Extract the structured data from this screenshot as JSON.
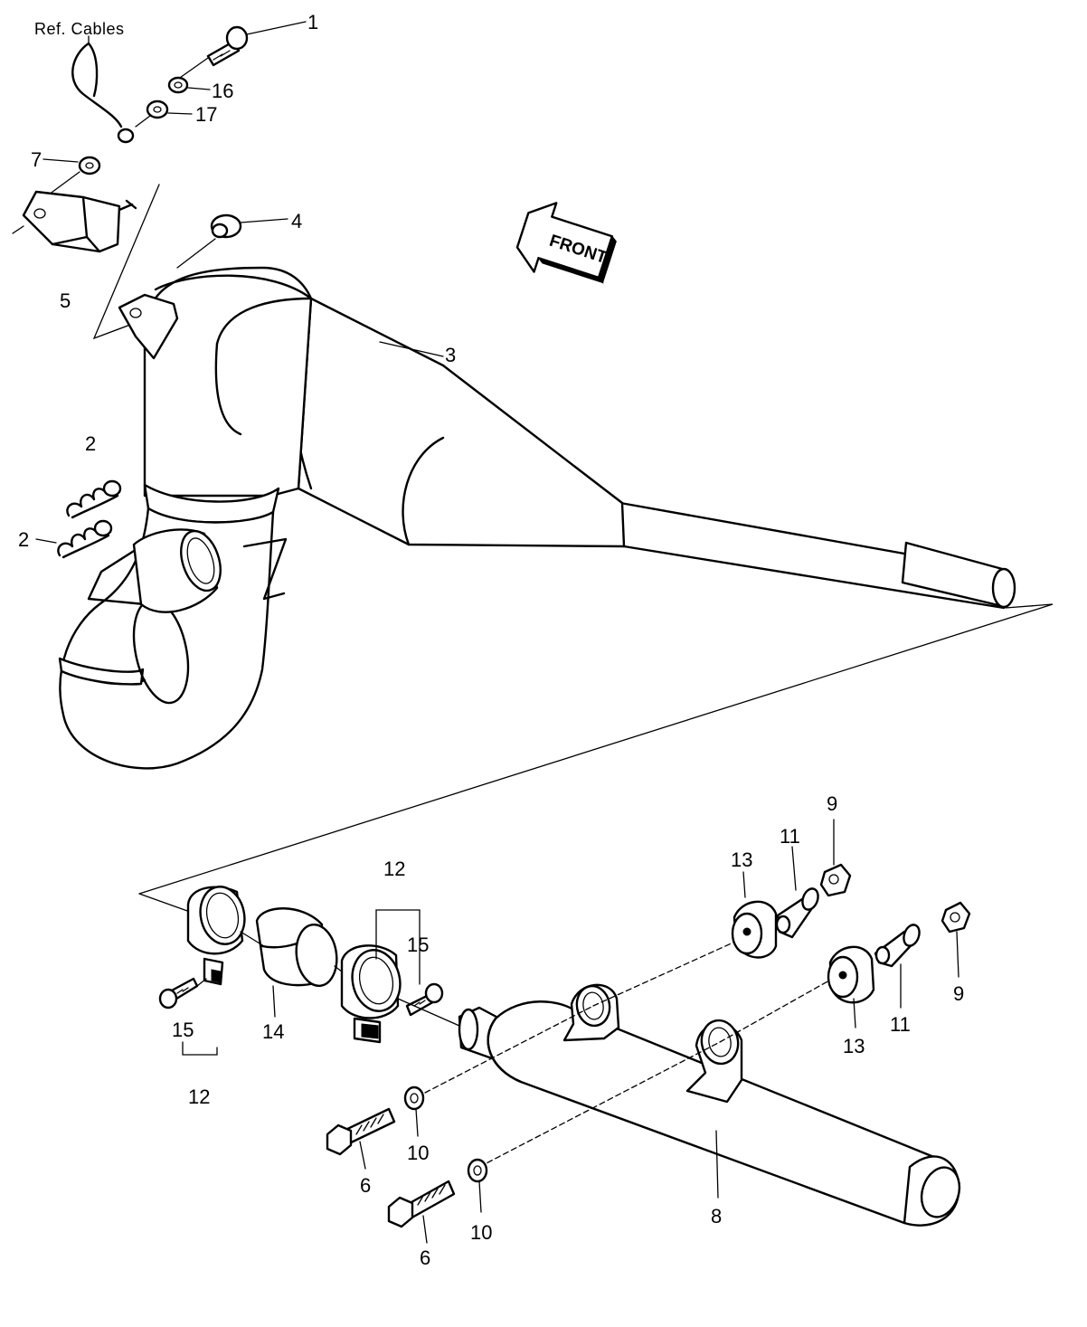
{
  "diagram": {
    "ref_note": "Ref. Cables",
    "front_label": "FRONT",
    "callouts": {
      "c1": "1",
      "c2a": "2",
      "c2b": "2",
      "c3": "3",
      "c4": "4",
      "c5": "5",
      "c6a": "6",
      "c6b": "6",
      "c7": "7",
      "c8": "8",
      "c9a": "9",
      "c9b": "9",
      "c10a": "10",
      "c10b": "10",
      "c11a": "11",
      "c11b": "11",
      "c12a": "12",
      "c12b": "12",
      "c13a": "13",
      "c13b": "13",
      "c14": "14",
      "c15a": "15",
      "c15b": "15",
      "c16": "16",
      "c17": "17"
    }
  }
}
